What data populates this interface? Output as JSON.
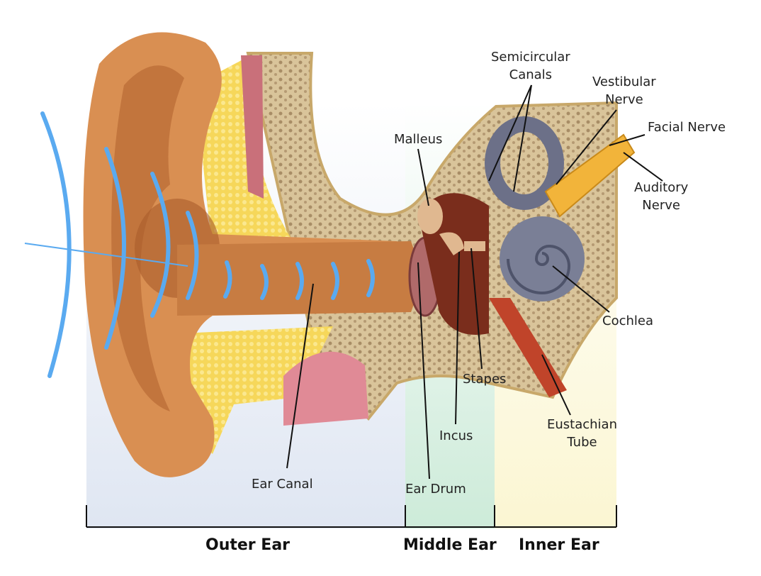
{
  "labels": {
    "semicircular_canals": "Semicircular\nCanals",
    "vestibular_nerve": "Vestibular\nNerve",
    "facial_nerve": "Facial Nerve",
    "auditory_nerve": "Auditory\nNerve",
    "malleus": "Malleus",
    "cochlea": "Cochlea",
    "stapes": "Stapes",
    "incus": "Incus",
    "eustachian_tube": "Eustachian\nTube",
    "ear_canal": "Ear Canal",
    "ear_drum": "Ear Drum"
  },
  "sections": {
    "outer": "Outer Ear",
    "middle": "Middle Ear",
    "inner": "Inner Ear"
  },
  "colors": {
    "outer_bg": "#e4e9f3",
    "middle_bg": "#d6eee0",
    "inner_bg": "#fbf8dc",
    "skin": "#d98f52",
    "bone": "#e2cfa0",
    "sound_wave": "#5aaaf0",
    "cochlea": "#7a7f96",
    "nerve": "#f2b43a"
  }
}
